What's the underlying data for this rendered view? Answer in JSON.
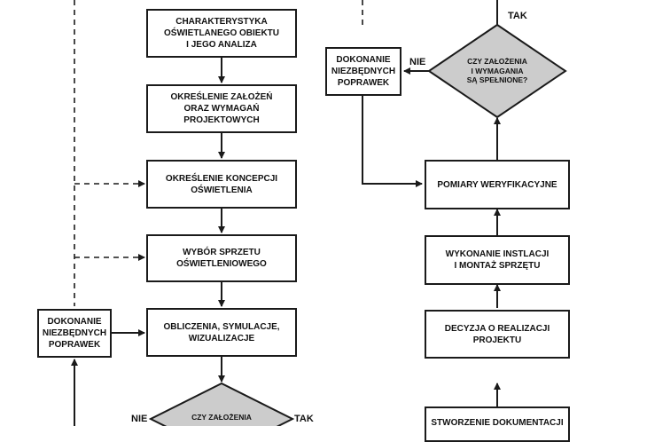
{
  "left_column": {
    "box1": "CHARAKTERYSTYKA\nOŚWIETLANEGO OBIEKTU\nI JEGO ANALIZA",
    "box2": "OKREŚLENIE ZAŁOŻEŃ\nORAZ WYMAGAŃ\nPROJEKTOWYCH",
    "box3": "OKREŚLENIE KONCEPCJI\nOŚWIETLENIA",
    "box4": "WYBÓR SPRZETU\nOŚWIETLENIOWEGO",
    "box5": "OBLICZENIA, SYMULACJE,\nWIZUALIZACJE",
    "decision": "CZY ZAŁOŻENIA",
    "decision_no": "NIE",
    "decision_yes": "TAK",
    "correction": "DOKONANIE\nNIEZBĘDNYCH\nPOPRAWEK"
  },
  "right_column": {
    "decision": "CZY ZAŁOŻENIA\nI WYMAGANIA\nSĄ SPEŁNIONE?",
    "decision_yes": "TAK",
    "decision_no": "NIE",
    "correction": "DOKONANIE\nNIEZBĘDNYCH\nPOPRAWEK",
    "box_verify": "POMIARY WERYFIKACYJNE",
    "box_install": "WYKONANIE INSTLACJI\nI MONTAŻ SPRZĘTU",
    "box_decision": "DECYZJA O REALIZACJI\nPROJEKTU",
    "box_docs": "STWORZENIE DOKUMENTACJI"
  },
  "colors": {
    "line": "#1a1a1a",
    "diamond_fill": "#cccccc",
    "box_fill": "#ffffff"
  }
}
